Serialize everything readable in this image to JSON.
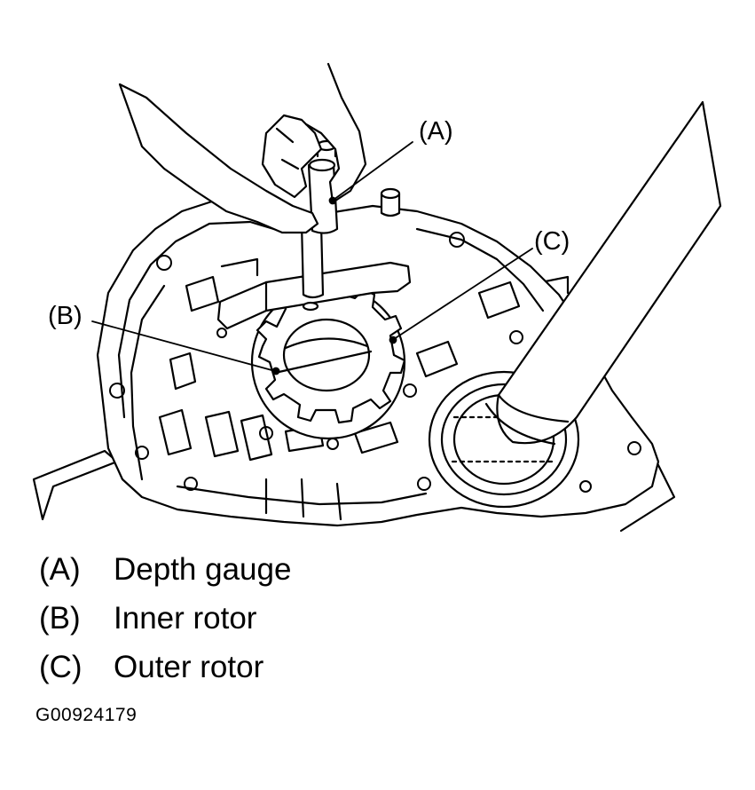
{
  "callouts": {
    "a": "(A)",
    "b": "(B)",
    "c": "(C)"
  },
  "legend": [
    {
      "key": "(A)",
      "text": "Depth gauge"
    },
    {
      "key": "(B)",
      "text": "Inner rotor"
    },
    {
      "key": "(C)",
      "text": "Outer rotor"
    }
  ],
  "figure_id": "G00924179",
  "colors": {
    "ink": "#000000",
    "paper": "#ffffff"
  }
}
